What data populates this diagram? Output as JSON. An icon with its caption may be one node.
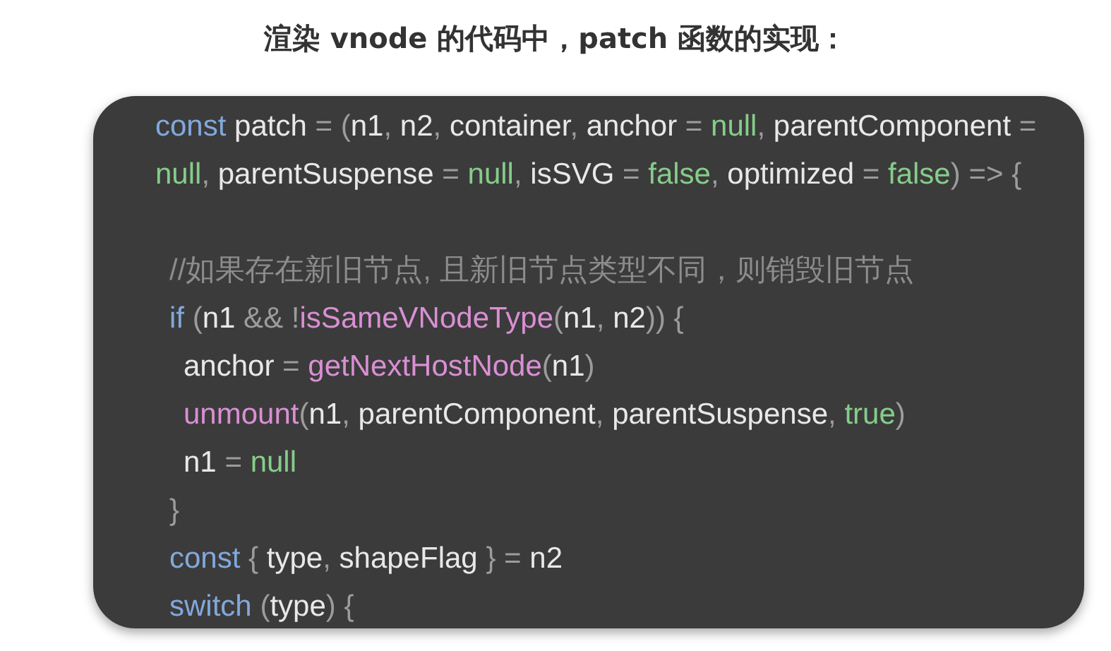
{
  "diagram": {
    "title": "渲染 vnode 的代码中，patch 函数的实现：",
    "nodes": [
      {
        "text": [
          "const patch = (n1, n2, container, anchor = null, parentComponent = null, parentSuspense = null, isSVG = false, optimized = false) => {",
          "//如果存在新旧节点, 且新旧节点类型不同，则销毁旧节点",
          "if (n1 && !isSameVNodeType(n1, n2)) {",
          "anchor = getNextHostNode(n1)",
          "unmount(n1, parentComponent, parentSuspense, true)",
          "n1 = null",
          "}",
          "const { type, shapeFlag } = n2",
          "switch (type) {"
        ]
      }
    ]
  }
}
